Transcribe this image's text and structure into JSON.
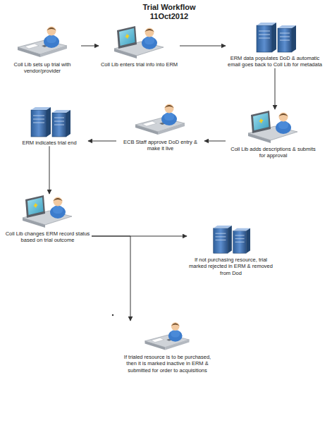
{
  "diagram": {
    "title": "Trial Workflow 11Oct2012",
    "nodes": [
      {
        "text": [
          "Coll Lib sets up trial with vendor/provider"
        ]
      },
      {
        "text": [
          "Coll Lib enters trial info into ERM"
        ]
      },
      {
        "text": [
          "ERM data populates DoD & automatic email goes back to Coll Lib for metadata"
        ]
      },
      {
        "text": [
          "Coll Lib adds descriptions & submits for approval"
        ]
      },
      {
        "text": [
          "ECB Staff approve DoD entry & make it live"
        ]
      },
      {
        "text": [
          "ERM indicates trial end"
        ]
      },
      {
        "text": [
          "Coll Lib changes ERM record status based on trial outcome"
        ]
      },
      {
        "text": [
          "If not purchasing resource, trial marked rejected in ERM & removed from Dod"
        ]
      },
      {
        "text": [
          "If trialed resource is to be purchased, then it is marked inactive in ERM & submitted for order to acquisitions"
        ]
      }
    ],
    "edges": [
      {
        "from": 0,
        "to": 1,
        "arrow": "to"
      },
      {
        "from": 1,
        "to": 2,
        "arrow": "to"
      },
      {
        "from": 2,
        "to": 3,
        "arrow": "to"
      },
      {
        "from": 3,
        "to": 4,
        "arrow": "to"
      },
      {
        "from": 4,
        "to": 5,
        "arrow": "to"
      },
      {
        "from": 5,
        "to": 6,
        "arrow": "to"
      },
      {
        "from": 6,
        "to": 7,
        "arrow": "to"
      },
      {
        "from": 6,
        "to": 8,
        "arrow": "to"
      }
    ]
  }
}
